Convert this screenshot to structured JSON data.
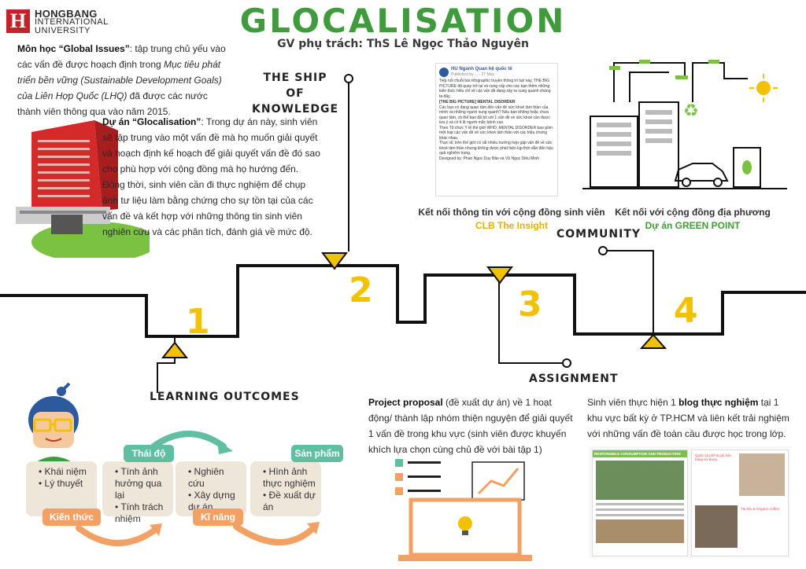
{
  "logo": {
    "brand": "HONGBANG",
    "line2": "INTERNATIONAL",
    "line3": "UNIVERSITY",
    "mark": "H",
    "color": "#c8202a"
  },
  "title": "GLOCALISATION",
  "subtitle": "GV phụ trách: ThS Lê Ngọc Thảo Nguyên",
  "intro": {
    "course_label": "Môn học “Global Issues”",
    "course_text_1": ": tập trung chủ yếu vào các vấn đề được hoạch định trong ",
    "course_italic": "Mục tiêu phát triển bền vững (Sustainable Development Goals) của Liên Hợp Quốc (LHQ)",
    "course_text_2": " đã được các nước thành viên thông qua vào năm 2015.",
    "project_label": "Dự án “Glocalisation”",
    "project_text": ": Trong dự án này, sinh viên sẽ tập trung vào một vấn đề mà họ muốn giải quyết và hoạch định kế hoạch để giải quyết vấn đề đó sao cho phù hợp với cộng đồng mà họ hướng đến. Đồng thời, sinh viên cần đi thực nghiệm để chụp ảnh tư liệu làm bằng chứng cho sự tồn tại của các vấn đề và kết hợp với những thông tin sinh viên nghiên cứu và các phân tích, đánh giá về mức độ."
  },
  "headings": {
    "ship_line1": "THE SHIP OF",
    "ship_line2": "KNOWLEDGE",
    "community": "COMMUNITY",
    "assignment": "ASSIGNMENT",
    "learning": "LEARNING OUTCOMES"
  },
  "numbers": [
    "1",
    "2",
    "3",
    "4"
  ],
  "post": {
    "page_name": "HU Ngành Quan hệ quốc tế",
    "meta": "Published by ... · 27 May ·",
    "body": "Tiếp nối chuỗi bài infographic truyền thông trí tuệ này, THE BIG PICTURE đã quay trở lại và cung cấp cho các bạn thêm những kiến thức hiểu chỉ về các vấn đề đang xảy ra xung quanh chúng ta đây.",
    "tag": "[THE BIG PICTURE] MENTAL DISORDER",
    "body2": "Các bạn có đang quan tâm đến vấn đề sức khoẻ tâm thần của mình và những người xung quanh? Nếu bạn không hoặc chưa quan tâm, có thể bạn đã bỏ sót 1 vấn đề về sức khoẻ cần được lưu ý và có tỉ lệ người mắc bệnh cao.",
    "body3": "Theo Tổ chức Y tế thế giới WHO, MENTAL DISORDER bao gồm một loạt các vấn đề về sức khoẻ tâm thần với các triệu chứng khác nhau.",
    "body4": "Thực tế, trên thế giới có rất nhiều trường hợp gặp vấn đề về sức khoẻ tâm thần nhưng không được phát hiện kịp thời dẫn đến hậu quả nghiêm trọng.",
    "credit": "Designed by: Phan Ngọc Duy Bảo và Vũ Ngọc Diệu Minh"
  },
  "caption_left": {
    "line1": "Kết nối thông tin với cộng đồng sinh viên",
    "line2": "CLB The Insight"
  },
  "caption_right": {
    "line1": "Kết nối với cộng đồng địa phương",
    "line2": "Dự án GREEN POINT"
  },
  "assignment": {
    "proposal_label": "Project proposal",
    "proposal_text": " (đề xuất dự án) về 1 hoạt động/ thành lập nhóm thiện nguyện để giải quyết 1 vấn đề trong khu vực (sinh viên được khuyến khích lựa chọn cùng chủ đề với bài tập 1)",
    "blog_text_1": "Sinh viên thực hiện 1 ",
    "blog_label": "blog thực nghiệm",
    "blog_text_2": " tại 1 khu vực bất kỳ ở TP.HCM và liên kết trải nghiệm với những vấn đề toàn cầu được học trong lớp."
  },
  "blog": {
    "header": "RESPONSIBLE CONSUMPTION AND PRODUCTION",
    "side1": "Quán cà phê & gói bán hàng sử dụng",
    "side2": "Tài liệu & Organic coffee"
  },
  "outcomes": {
    "knowledge_label": "Kiến thức",
    "knowledge_items": [
      "Khái niệm",
      "Lý thuyết"
    ],
    "attitude_label": "Thái độ",
    "attitude_items": [
      "Tính ảnh hưởng qua lại",
      "Tính trách nhiệm"
    ],
    "skills_label": "Kĩ năng",
    "skills_items": [
      "Nghiên cứu",
      "Xây dựng dự án"
    ],
    "product_label": "Sản phẩm",
    "product_items": [
      "Hình ảnh thực nghiệm",
      "Đề xuất dự án"
    ]
  },
  "colors": {
    "green": "#3f9b3b",
    "yellow": "#f2c200",
    "tag_green": "#5fbfa0",
    "tag_orange": "#f2a064",
    "box": "#efe6da"
  }
}
